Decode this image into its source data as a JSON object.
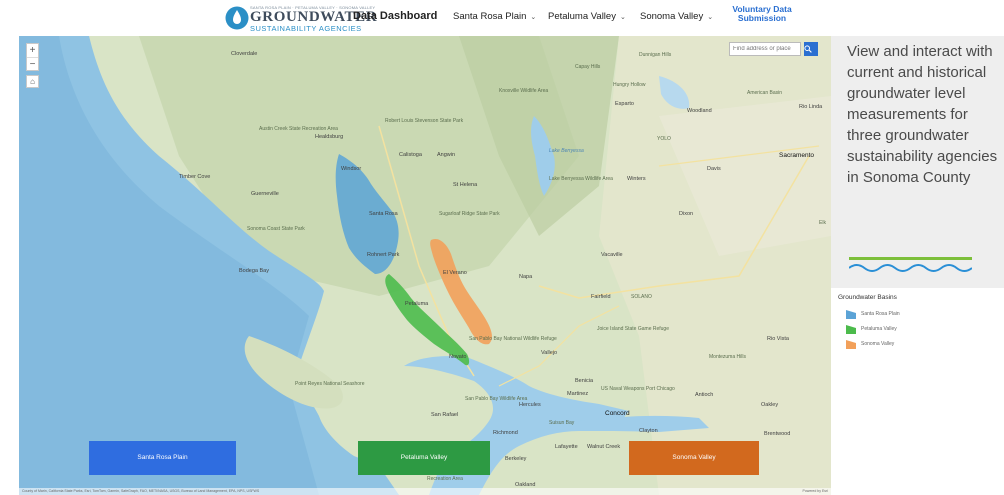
{
  "header": {
    "logo_tiny": "SANTA ROSA PLAIN · PETALUMA VALLEY · SONOMA VALLEY",
    "logo_main": "GROUNDWATER",
    "logo_sub": "SUSTAINABILITY AGENCIES",
    "dashboard_label": "Data Dashboard",
    "nav_items": [
      {
        "label": "Santa Rosa Plain",
        "chevron": "chevron-down-icon"
      },
      {
        "label": "Petaluma Valley",
        "chevron": "chevron-down-icon"
      },
      {
        "label": "Sonoma Valley",
        "chevron": "chevron-down-icon"
      }
    ],
    "voluntary_line1": "Voluntary Data",
    "voluntary_line2": "Submission"
  },
  "map": {
    "zoom_in": "+",
    "zoom_out": "−",
    "home_icon": "home-icon",
    "search_placeholder": "Find address or place",
    "search_icon": "search-icon",
    "labels": {
      "cloverdale": "Cloverdale",
      "healdsburg": "Healdsburg",
      "guerneville": "Guerneville",
      "windsor": "Windsor",
      "calistoga": "Calistoga",
      "angwin": "Angwin",
      "st_helena": "St Helena",
      "santa_rosa": "Santa Rosa",
      "rohnert_park": "Rohnert Park",
      "petaluma": "Petaluma",
      "el_verano": "El Verano",
      "napa": "Napa",
      "novato": "Novato",
      "vallejo": "Vallejo",
      "fairfield": "Fairfield",
      "vacaville": "Vacaville",
      "dixon": "Dixon",
      "winters": "Winters",
      "davis": "Davis",
      "woodland": "Woodland",
      "esparto": "Esparto",
      "sacramento": "Sacramento",
      "bodega_bay": "Bodega Bay",
      "timber_cove": "Timber Cove",
      "san_rafael": "San Rafael",
      "richmond": "Richmond",
      "berkeley": "Berkeley",
      "concord": "Concord",
      "walnut_creek": "Walnut Creek",
      "martinez": "Martinez",
      "benicia": "Benicia",
      "antioch": "Antioch",
      "oakley": "Oakley",
      "clayton": "Clayton",
      "brentwood": "Brentwood",
      "rio_vista": "Rio Vista",
      "rio_linda": "Rio Linda",
      "elk": "Elk",
      "capay_hills": "Capay Hills",
      "hungry_hollow": "Hungry Hollow",
      "dunnigan_hills": "Dunnigan Hills",
      "american_basin": "American Basin",
      "knoxville": "Knoxville Wildlife Area",
      "lake_berryessa": "Lake Berryessa",
      "lake_berryessa_wa": "Lake Berryessa Wildlife Area",
      "suisun": "Suisun Bay",
      "joice_island": "Joice Island State Game Refuge",
      "montezuma": "Montezuma Hills",
      "solano": "SOLANO",
      "yolo": "YOLO",
      "san_pablo_bay": "San Pablo Bay National Wildlife Refuge",
      "san_pablo_wa": "San Pablo Bay Wildlife Area",
      "point_reyes": "Point Reyes National Seashore",
      "austin_creek": "Austin Creek State Recreation Area",
      "sonoma_coast": "Sonoma Coast State Park",
      "sugarloaf": "Sugarloaf Ridge State Park",
      "robert_louis": "Robert Louis Stevenson State Park",
      "naval": "US Naval Weapons Port Chicago",
      "hercules": "Hercules",
      "recreation": "Recreation Area",
      "oakland": "Oakland",
      "lafayette": "Lafayette"
    },
    "buttons": [
      {
        "label": "Santa Rosa Plain",
        "color": "#2f6de0"
      },
      {
        "label": "Petaluma Valley",
        "color": "#2d9a43"
      },
      {
        "label": "Sonoma Valley",
        "color": "#d2691e"
      }
    ],
    "attribution": "County of Marin, California State Parks, Esri, TomTom, Garmin, SafeGraph, FAO, METI/NASA, USGS, Bureau of Land Management, EPA, NPS, USFWS",
    "powered_by": "Powered by Esri"
  },
  "panel": {
    "text": "View and interact with current and historical groundwater level measurements for three groundwater sustainability agencies in Sonoma County",
    "accent_line_color": "#7cbf3a",
    "wave_color": "#2a8fd6"
  },
  "legend": {
    "title": "Groundwater Basins",
    "items": [
      {
        "label": "Santa Rosa Plain",
        "color": "#5ba3d6"
      },
      {
        "label": "Petaluma Valley",
        "color": "#4cbb4c"
      },
      {
        "label": "Sonoma Valley",
        "color": "#f2a05a"
      }
    ]
  }
}
